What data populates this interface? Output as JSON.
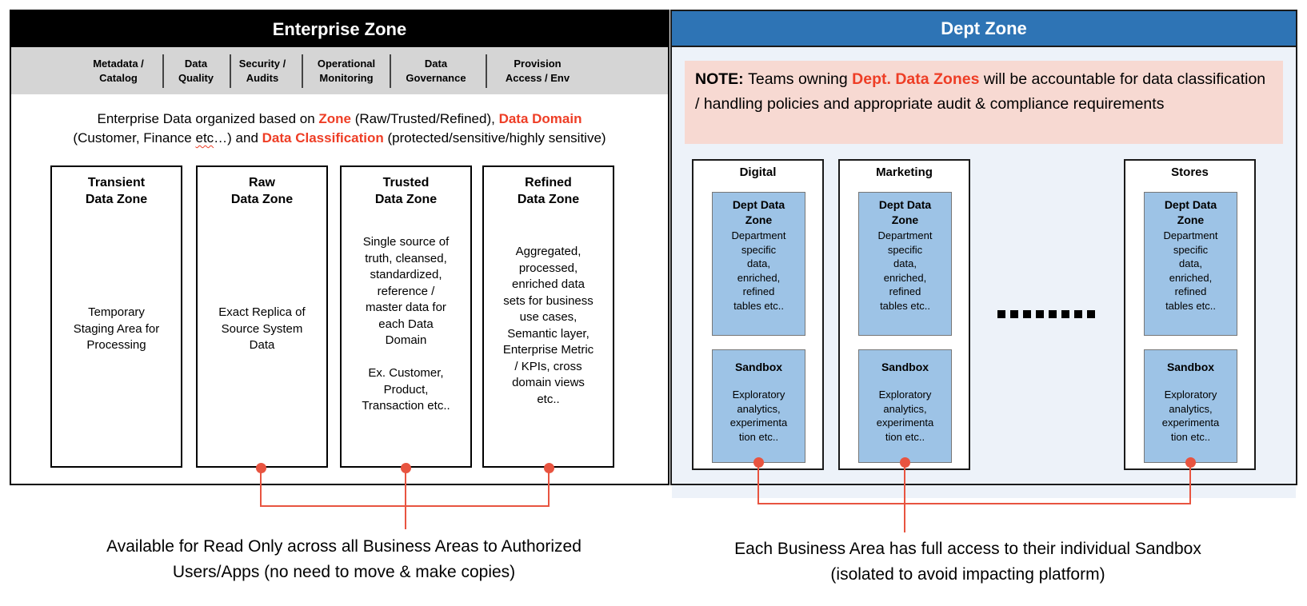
{
  "colors": {
    "enterprise_header_bg": "#000000",
    "dept_header_bg": "#2E74B5",
    "header_text": "#FFFFFF",
    "capability_bar_bg": "#D5D5D5",
    "note_bg": "#F7D9D2",
    "dept_panel_bg": "#EDF2F9",
    "dept_box_bg": "#9DC3E6",
    "accent_red_text": "#EE3D25",
    "connector_red": "#E85440",
    "border_dark": "#1A1A1A"
  },
  "enterprise": {
    "title": "Enterprise Zone",
    "capabilities": [
      {
        "label": "Metadata /\nCatalog"
      },
      {
        "label": "Data\nQuality"
      },
      {
        "label": "Security /\nAudits"
      },
      {
        "label": "Operational\nMonitoring"
      },
      {
        "label": "Data\nGovernance"
      },
      {
        "label": "Provision\nAccess / Env"
      }
    ],
    "description": {
      "segments": [
        {
          "text": "Enterprise Data organized based on "
        },
        {
          "text": "Zone",
          "red": true
        },
        {
          "text": " (Raw/Trusted/Refined), "
        },
        {
          "text": "Data Domain",
          "red": true
        },
        {
          "br": true
        },
        {
          "text": "(Customer, Finance "
        },
        {
          "text": "etc",
          "squiggle": true
        },
        {
          "text": "…) and "
        },
        {
          "text": "Data Classification",
          "red": true
        },
        {
          "text": " (protected/sensitive/highly sensitive)"
        }
      ]
    },
    "zones": [
      {
        "title": "Transient\nData Zone",
        "body": "Temporary\nStaging Area for\nProcessing"
      },
      {
        "title": "Raw\nData Zone",
        "body": "Exact Replica of\nSource System\nData"
      },
      {
        "title": "Trusted\nData Zone",
        "body": "Single source of\ntruth, cleansed,\nstandardized,\nreference /\nmaster data for\neach Data\nDomain\n\nEx. Customer,\nProduct,\nTransaction etc.."
      },
      {
        "title": "Refined\nData Zone",
        "body": "Aggregated,\nprocessed,\nenriched data\nsets for business\nuse cases,\nSemantic layer,\nEnterprise Metric\n/ KPIs, cross\ndomain views\netc.."
      }
    ],
    "caption": "Available for Read Only across all Business Areas to Authorized\nUsers/Apps  (no need to move & make copies)"
  },
  "dept": {
    "title": "Dept Zone",
    "note": {
      "segments": [
        {
          "text": "NOTE: ",
          "bold": true
        },
        {
          "text": "Teams owning "
        },
        {
          "text": "Dept. Data Zones",
          "red": true
        },
        {
          "text": " will be accountable for data classification / handling policies and appropriate audit & compliance requirements"
        }
      ]
    },
    "cards": [
      {
        "title": "Digital",
        "data_zone_title": "Dept Data\nZone",
        "data_zone_body": "Department\nspecific\ndata,\nenriched,\nrefined\ntables etc..",
        "sandbox_title": "Sandbox",
        "sandbox_body": "Exploratory\nanalytics,\nexperimenta\ntion etc.."
      },
      {
        "title": "Marketing",
        "data_zone_title": "Dept Data\nZone",
        "data_zone_body": "Department\nspecific\ndata,\nenriched,\nrefined\ntables etc..",
        "sandbox_title": "Sandbox",
        "sandbox_body": "Exploratory\nanalytics,\nexperimenta\ntion etc.."
      },
      {
        "title": "Stores",
        "data_zone_title": "Dept Data\nZone",
        "data_zone_body": "Department\nspecific\ndata,\nenriched,\nrefined\ntables etc..",
        "sandbox_title": "Sandbox",
        "sandbox_body": "Exploratory\nanalytics,\nexperimenta\ntion etc.."
      }
    ],
    "ellipsis_dot_count": 8,
    "caption": "Each Business Area has full access to their individual Sandbox\n(isolated to avoid impacting platform)"
  }
}
